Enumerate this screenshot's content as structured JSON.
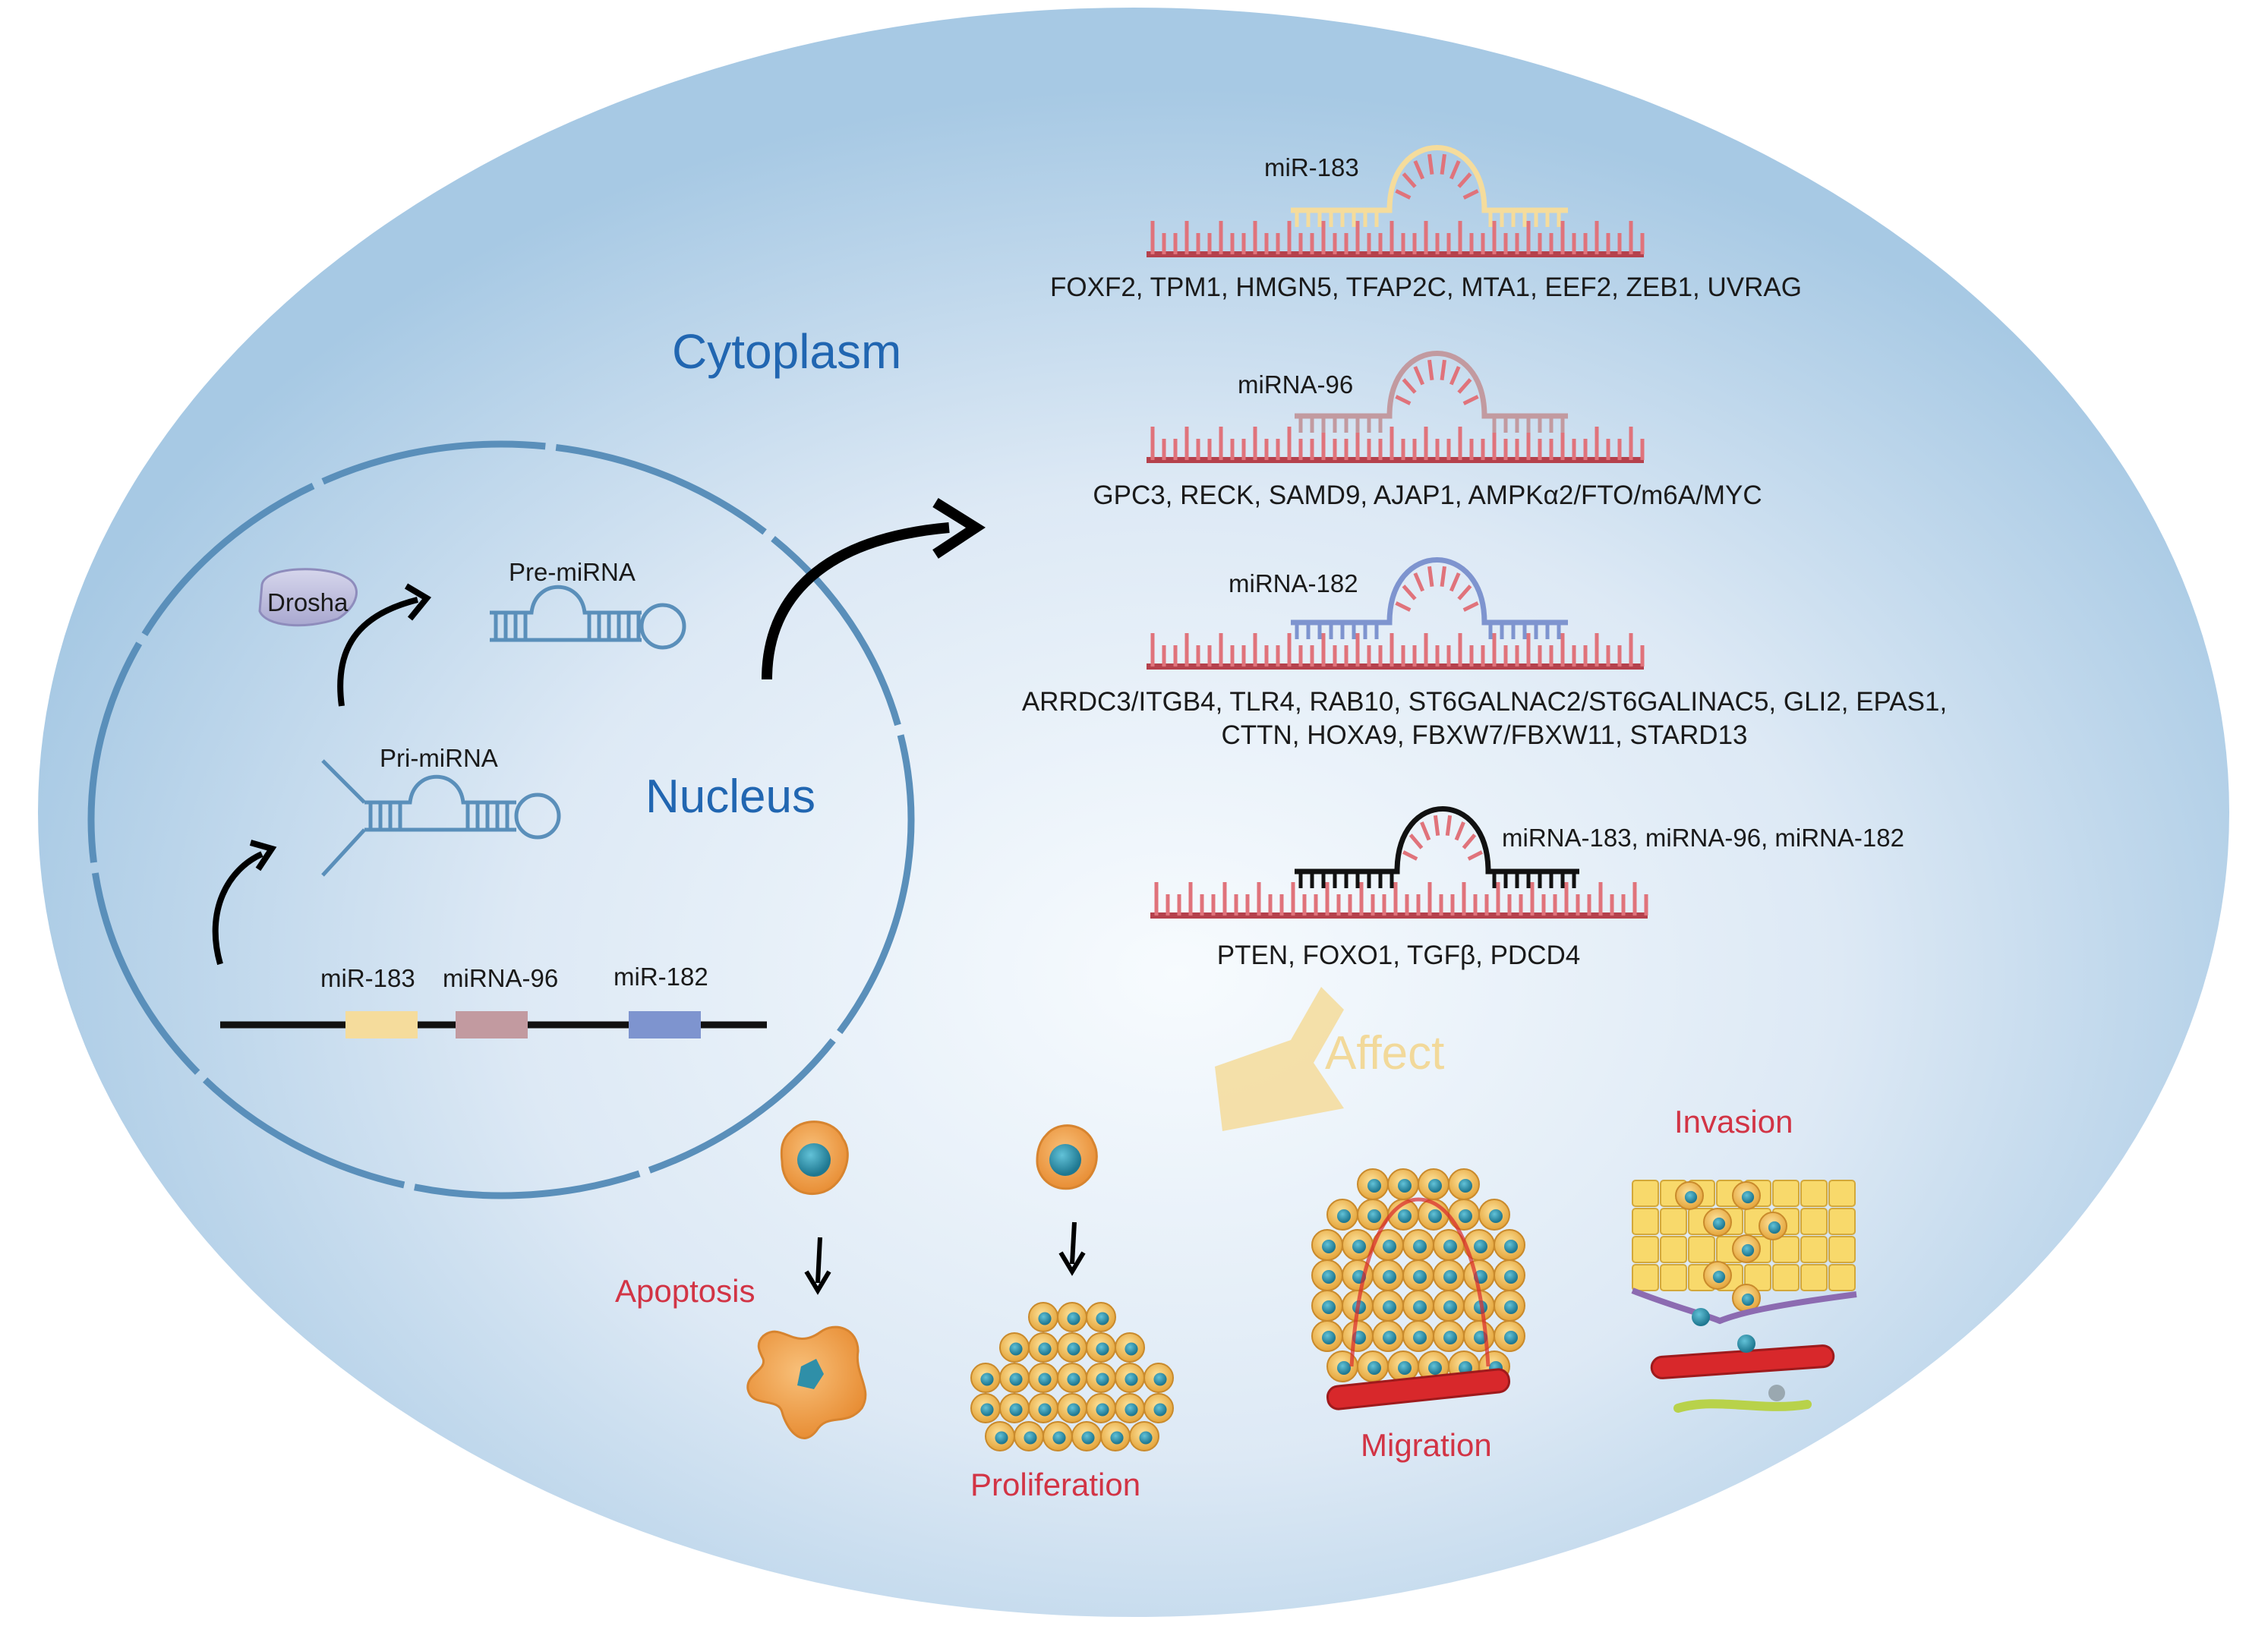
{
  "regions": {
    "cytoplasm": "Cytoplasm",
    "nucleus": "Nucleus"
  },
  "nucleus": {
    "enzyme": "Drosha",
    "pre_mirna": "Pre-miRNA",
    "pri_mirna": "Pri-miRNA",
    "gene_cluster": [
      "miR-183",
      "miRNA-96",
      "miR-182"
    ]
  },
  "binding_panels": [
    {
      "mirna": "miR-183",
      "targets": [
        "FOXF2, TPM1, HMGN5, TFAP2C, MTA1, EEF2, ZEB1, UVRAG"
      ]
    },
    {
      "mirna": "miRNA-96",
      "targets": [
        "GPC3, RECK, SAMD9, AJAP1, AMPKα2/FTO/m6A/MYC"
      ]
    },
    {
      "mirna": "miRNA-182",
      "targets": [
        "ARRDC3/ITGB4, TLR4, RAB10, ST6GALNAC2/ST6GALINAC5, GLI2, EPAS1,",
        "CTTN, HOXA9, FBXW7/FBXW11, STARD13"
      ]
    },
    {
      "mirna": "miRNA-183, miRNA-96,  miRNA-182",
      "targets": [
        "PTEN, FOXO1, TGFβ, PDCD4"
      ]
    }
  ],
  "effect_label": "Affect",
  "phenotypes": {
    "apoptosis": "Apoptosis",
    "proliferation": "Proliferation",
    "migration": "Migration",
    "invasion": "Invasion"
  },
  "colors": {
    "cell_bg_edge": "#a7c9e4",
    "cell_bg_center": "#f7fbfe",
    "nucleus_ring": "#5a8fba",
    "title_blue": "#2166b1",
    "mrna_red": "#e0737b",
    "mrna_dark": "#b5414c",
    "mir183_yellow": "#f5dc9c",
    "mir96_pink": "#c29aa0",
    "mir182_blue": "#7e94cf",
    "phenotype_red": "#d23445",
    "affect_arrow": "#f4dda0",
    "cell_orange": "#f3a34d",
    "nucleus_teal": "#2f8fa8"
  }
}
